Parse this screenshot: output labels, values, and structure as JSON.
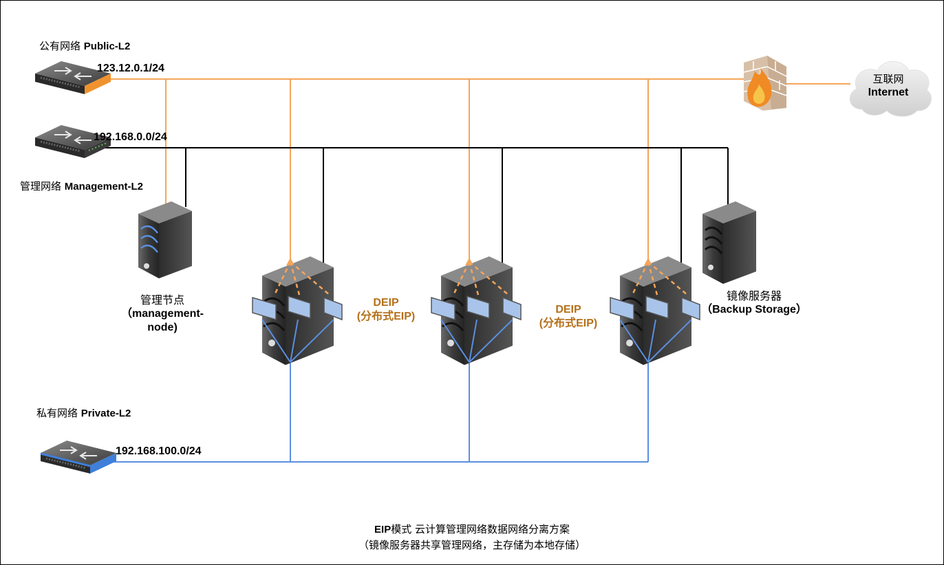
{
  "networks": {
    "public": {
      "name_cn": "公有网络",
      "name_en": "Public-L2",
      "cidr": "123.12.0.1/24"
    },
    "management": {
      "name_cn": "管理网络",
      "name_en": "Management-L2",
      "cidr": "192.168.0.0/24"
    },
    "private": {
      "name_cn": "私有网络",
      "name_en": "Private-L2",
      "cidr": "192.168.100.0/24"
    }
  },
  "internet": {
    "name_cn": "互联网",
    "name_en": "Internet"
  },
  "mgmt_node": {
    "line1": "管理节点",
    "line2": "（management-",
    "line3": "node)"
  },
  "backup_storage": {
    "line1": "镜像服务器",
    "line2": "（Backup Storage）"
  },
  "deip": [
    {
      "line1": "DEIP",
      "line2": "(分布式EIP)"
    },
    {
      "line1": "DEIP",
      "line2": "(分布式EIP)"
    }
  ],
  "caption": {
    "line1_bold": "EIP",
    "line1_rest": "模式 云计算管理网络数据网络分离方案",
    "line2": "（镜像服务器共享管理网络，主存储为本地存储）"
  },
  "colors": {
    "public": "#f5a55a",
    "management": "#000000",
    "private": "#5b8fe0",
    "deip_text": "#b5701a"
  }
}
